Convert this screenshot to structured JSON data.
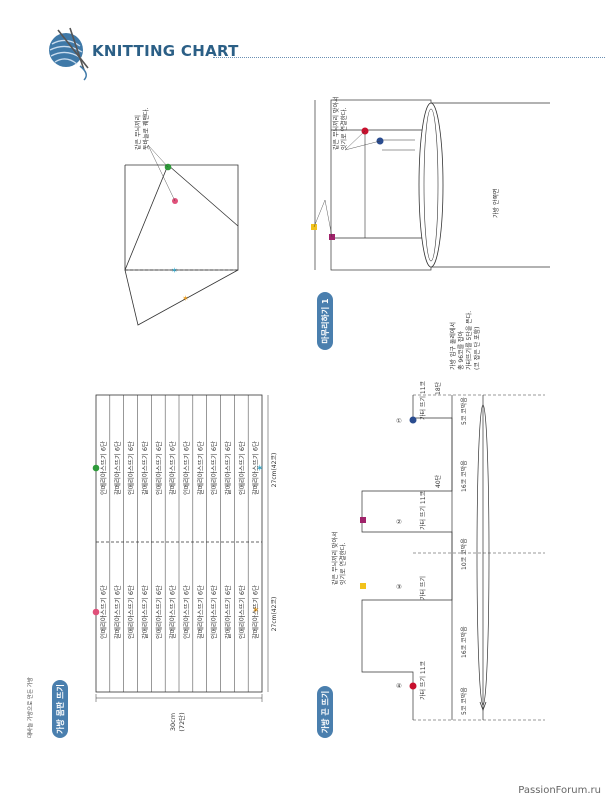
{
  "header": {
    "title": "KNITTING CHART",
    "logo": "yarn-ball-icon"
  },
  "subtitle": "대바늘 가방으로 만든 가방",
  "sections": {
    "body": "가방 몸판 뜨기",
    "handle": "가방 끈 뜨기",
    "finish": "마무리하기 1"
  },
  "body_chart": {
    "width_label": "30cm\n(72단)",
    "half_label": "27cm(42코)",
    "row_labels": [
      "인메리아스뜨기 6단",
      "갈메리아스뜨기 6단",
      "인메리아스뜨기 6단",
      "갈메리아스뜨기 6단",
      "인메리아스뜨기 6단",
      "갈메리아스뜨기 6단",
      "인메리아스뜨기 6단",
      "갈메리아스뜨기 6단",
      "인메리아스뜨기 6단",
      "갈메리아스뜨기 6단",
      "인메리아스뜨기 6단",
      "갈메리아스뜨기 6단"
    ]
  },
  "fold_note": "같은 무늬끼리\n돗바늘로 꿰맨다.",
  "finish_note": "같은 무늬끼리 맞아서\n잇기로 연결한다.",
  "bag_inside": "가방 안쪽면",
  "handle_chart": {
    "join_note": "같은 무늬끼리 맞아서\n잇기로 연결한다.",
    "pickup_note": "가방 입구 둘레에서\n총 96코를 잡아\n가터뜨기를 5단을 뜬다.\n(코 잡은 단 포함)",
    "rows_top": "18단",
    "rows_mid": "40단",
    "strap_label": "가터\n뜨기\n11코",
    "strap_label_short": "가터\n뜨기",
    "mid_label": "11코",
    "numbers": [
      "①",
      "②",
      "③",
      "④"
    ],
    "bottom_labels": [
      "5코 코막음",
      "16코 코막음",
      "10코 코막음",
      "16코 코막음",
      "5코 코막음"
    ]
  },
  "colors": {
    "accent": "#2b5f86",
    "pill": "#4a7fae",
    "red": "#c8102e",
    "navy": "#2a4c8f",
    "magenta": "#a0226a",
    "yellow": "#f2c21b",
    "green": "#2e9a3a",
    "pink": "#e0507a",
    "cyan": "#34a5c7",
    "orange": "#e99a1c"
  },
  "watermark": "PassionForum.ru"
}
